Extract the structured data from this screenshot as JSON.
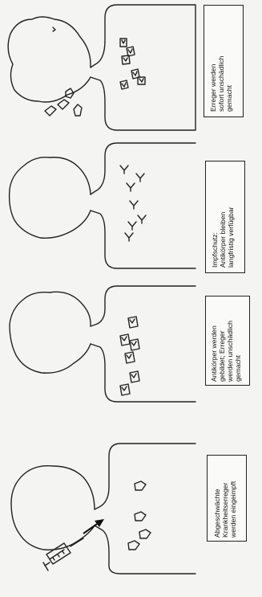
{
  "panels": [
    {
      "id": 1,
      "caption": "Abgeschwächte\nKrankheitserreger\nwerden eingeimpft"
    },
    {
      "id": 2,
      "caption": "Antikörper werden\ngebildet; Erreger\nwerden unschädlich\ngemacht"
    },
    {
      "id": 3,
      "caption": "Impfschutz:\nAntikörper bleiben\nlangfristig verfügbar"
    },
    {
      "id": 4,
      "caption": "Erreger werden\nsofort unschädlich\ngemacht"
    }
  ],
  "colors": {
    "ink": "#222222",
    "paper": "#f4f4f2"
  },
  "icons": [
    "syringe-icon",
    "arrow-icon",
    "pathogen-icon",
    "antibody-icon"
  ]
}
